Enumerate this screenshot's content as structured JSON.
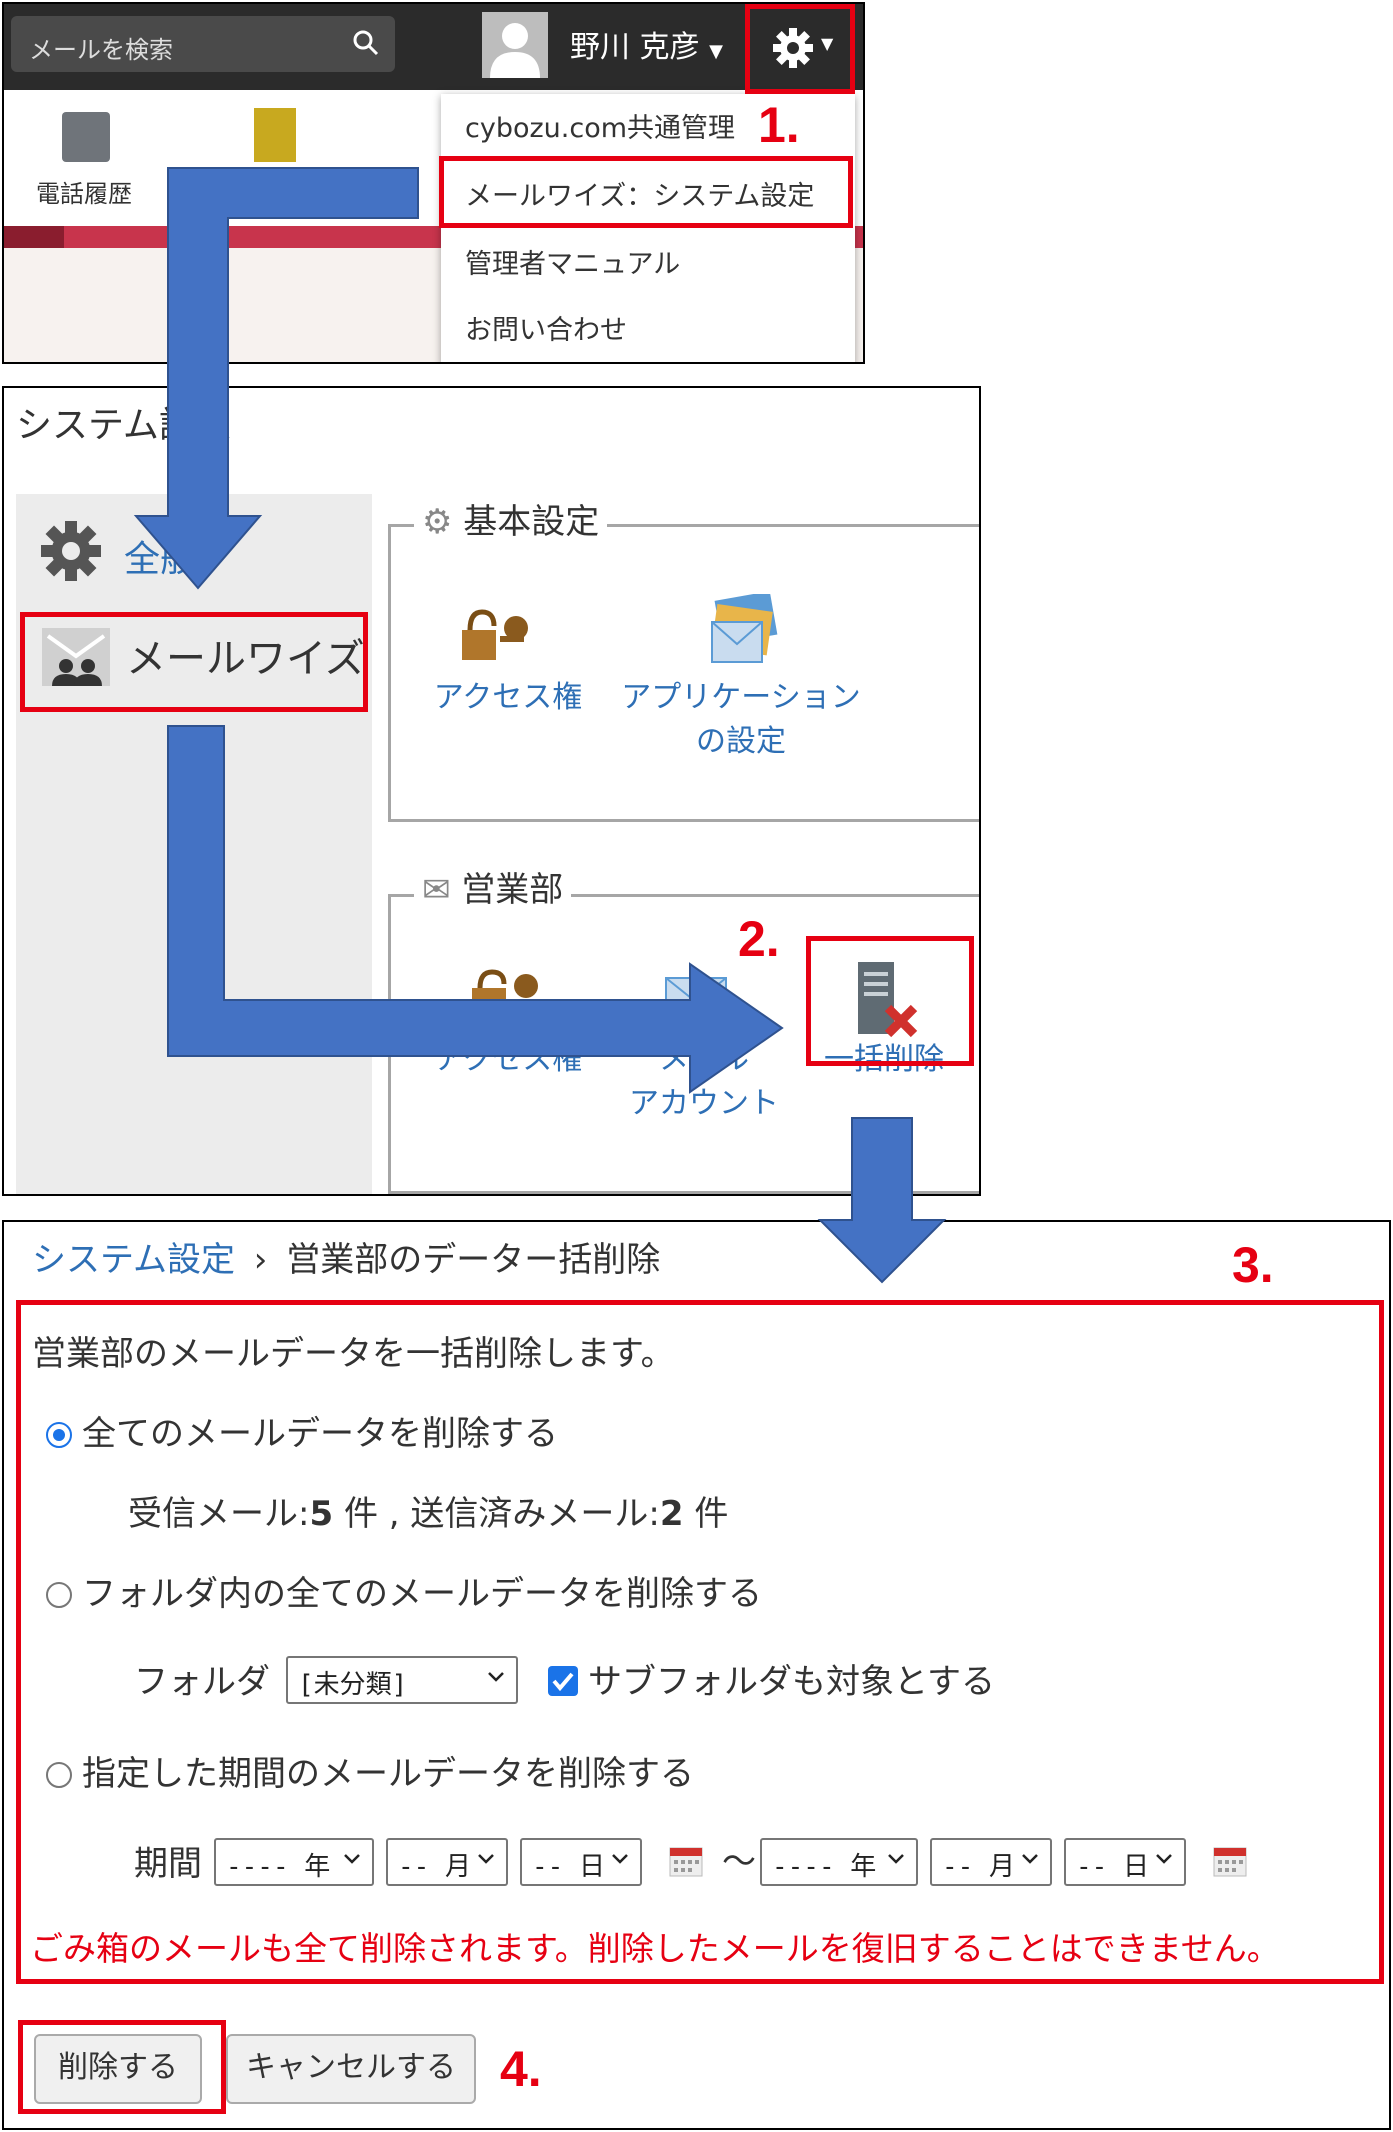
{
  "panel1": {
    "search_placeholder": "メールを検索",
    "user_name": "野川 克彦",
    "app_phone_label": "電話履歴",
    "menu": [
      "cybozu.com共通管理",
      "メールワイズ：システム設定",
      "管理者マニュアル",
      "お問い合わせ"
    ]
  },
  "panel2": {
    "title": "システム設定",
    "sidebar_all_label": "全般",
    "sidebar_mailwise_label": "メールワイズ",
    "basic_legend": "基本設定",
    "basic_access": "アクセス権",
    "basic_app_settings_line1": "アプリケーション",
    "basic_app_settings_line2": "の設定",
    "sales_legend": "営業部",
    "sales_access": "アクセス権",
    "sales_mail_account_line1": "メール",
    "sales_mail_account_line2": "アカウント",
    "sales_bulk_delete": "一括削除"
  },
  "panel3": {
    "breadcrumb_link": "システム設定",
    "breadcrumb_sep": "›",
    "breadcrumb_current": "営業部のデーター括削除",
    "intro": "営業部のメールデータを一括削除します。",
    "opt_all": "全てのメールデータを削除する",
    "counts_received_label": "受信メール:",
    "counts_received": "5",
    "counts_unit": "件",
    "counts_sep": ",",
    "counts_sent_label": "送信済みメール:",
    "counts_sent": "2",
    "opt_folder": "フォルダ内の全てのメールデータを削除する",
    "folder_label": "フォルダ",
    "folder_value": "[未分類]",
    "subfolder_label": "サブフォルダも対象とする",
    "opt_period": "指定した期間のメールデータを削除する",
    "period_label": "期間",
    "year_placeholder": "---- 年",
    "month_placeholder": "-- 月",
    "day_placeholder": "-- 日",
    "tilde": "〜",
    "warning": "ごみ箱のメールも全て削除されます。削除したメールを復旧することはできません。",
    "delete_button": "削除する",
    "cancel_button": "キャンセルする"
  },
  "steps": [
    "1.",
    "2.",
    "3.",
    "4."
  ],
  "colors": {
    "highlight": "#e60012",
    "arrow": "#4472c4",
    "link": "#2e6fb5",
    "radio": "#1a73e8"
  }
}
